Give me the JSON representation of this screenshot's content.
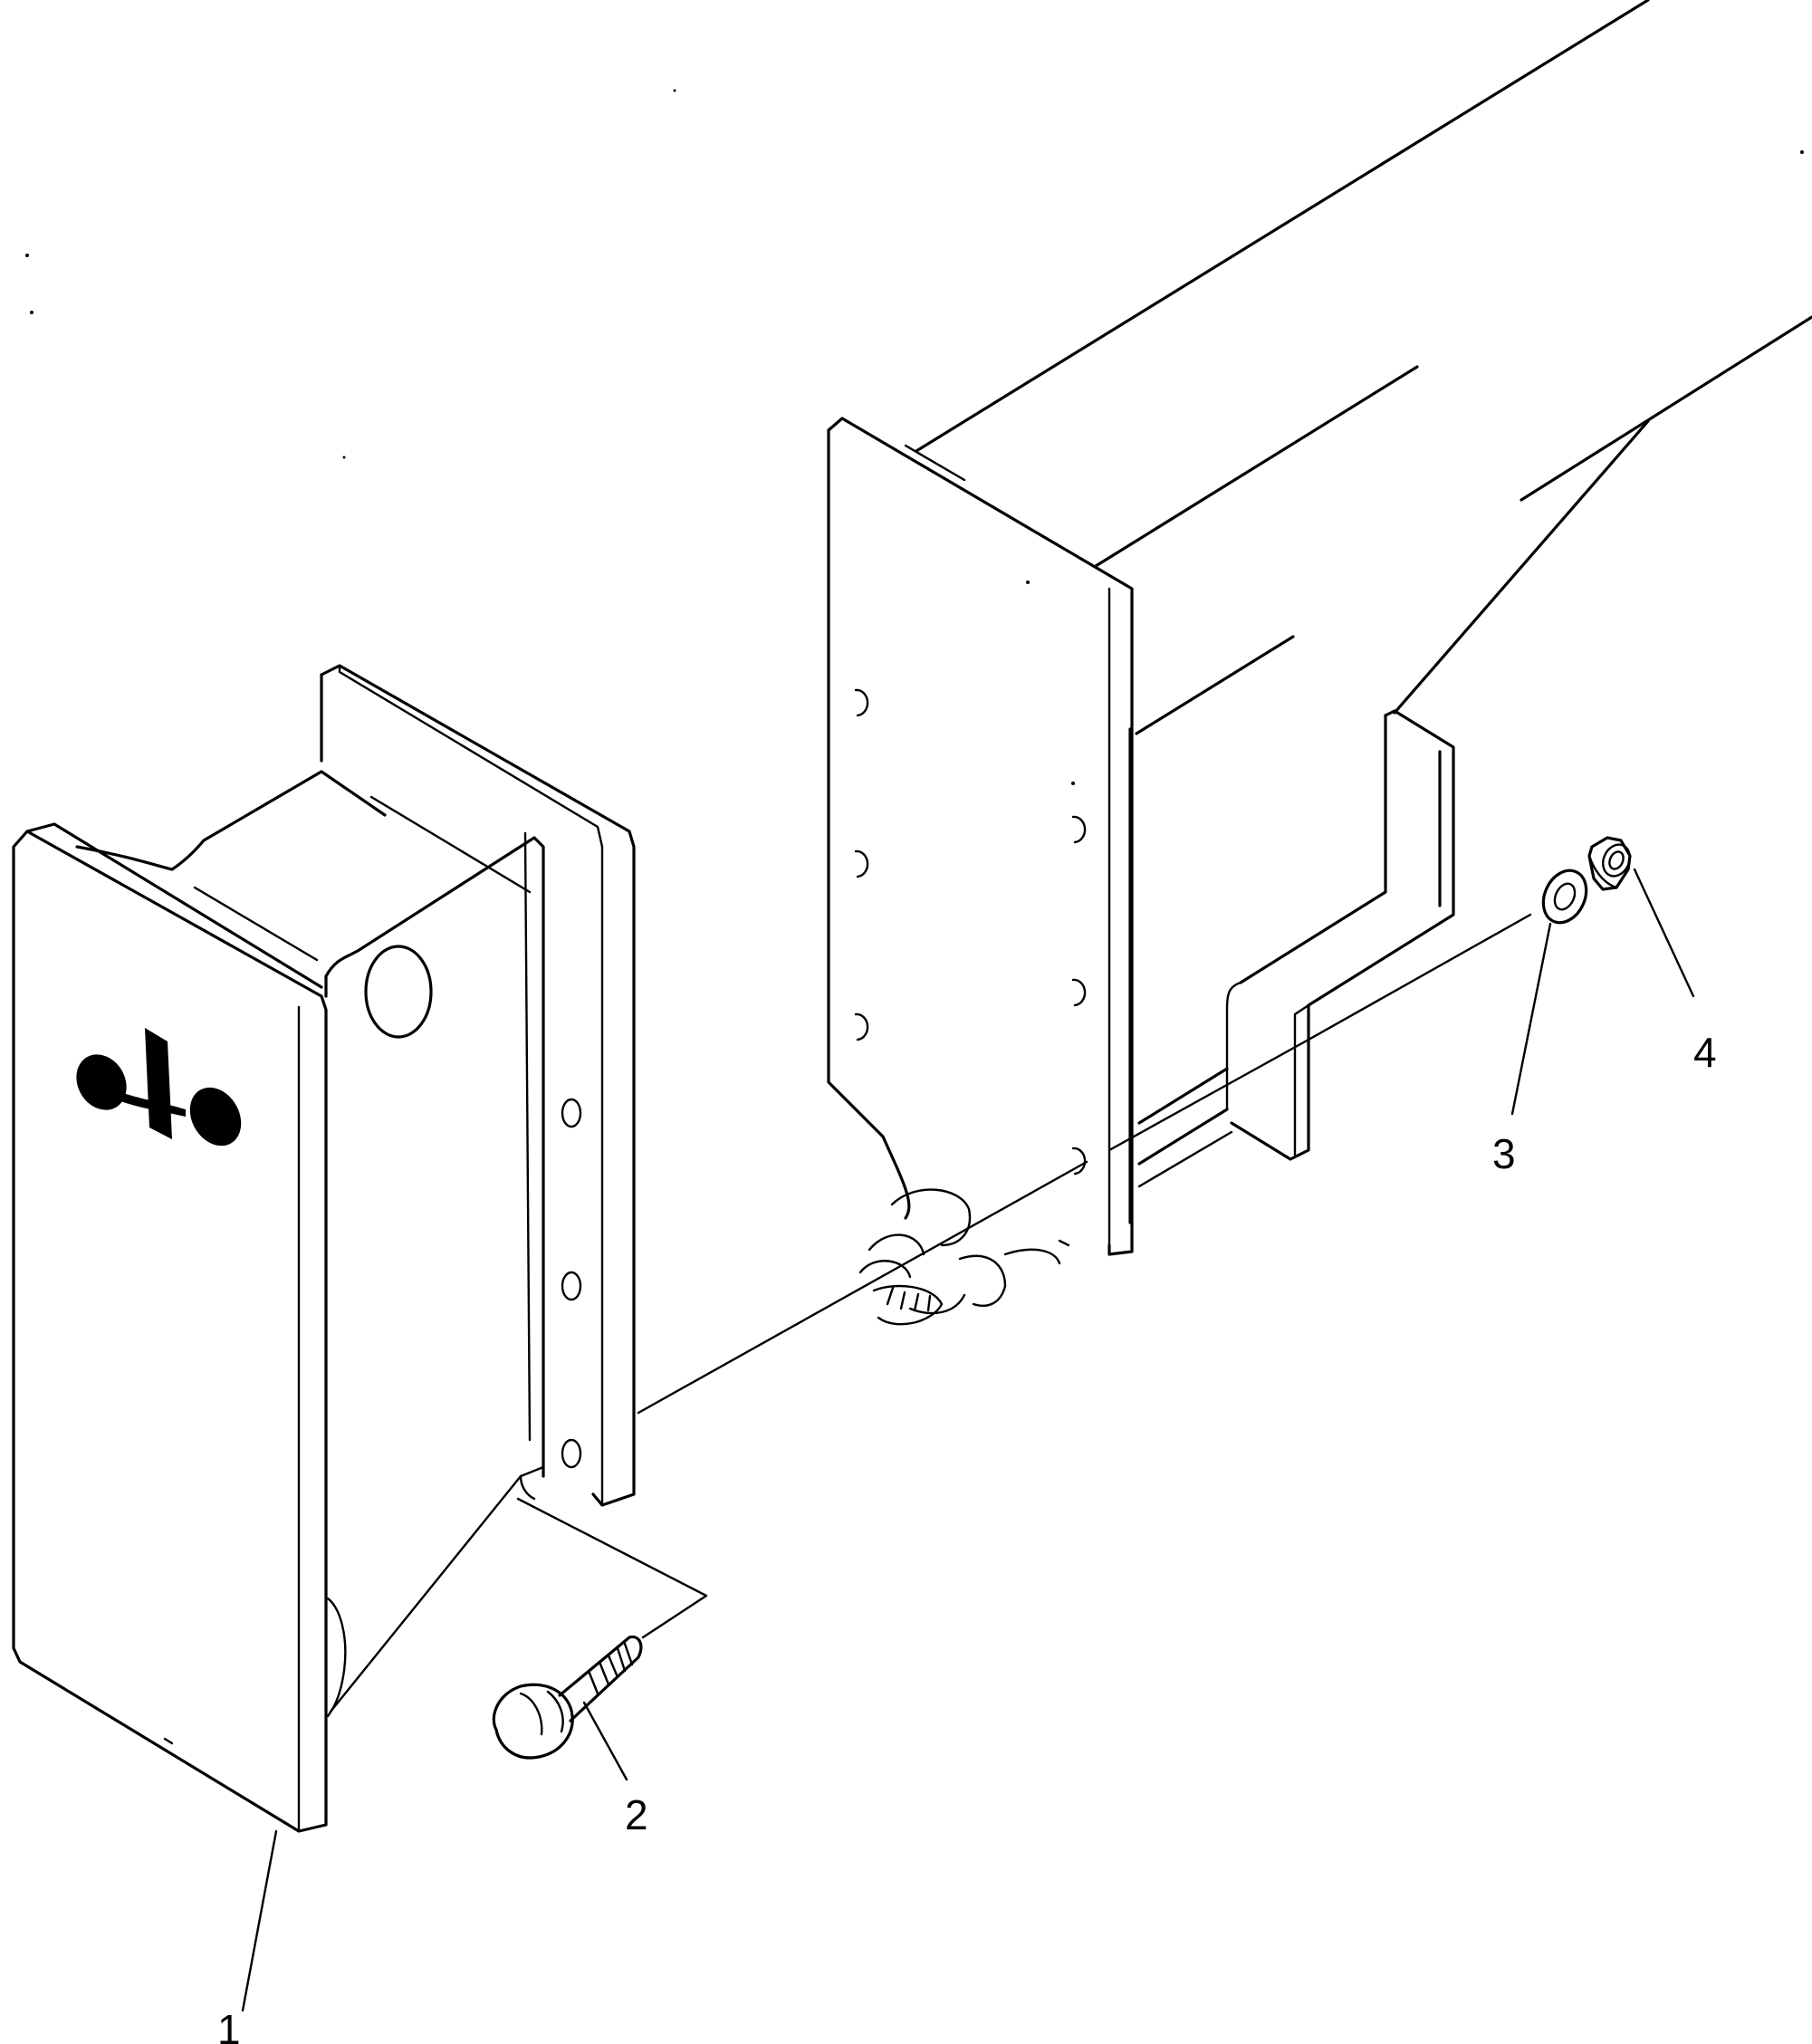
{
  "diagram": {
    "parts": [
      {
        "id": "1",
        "label": "1"
      },
      {
        "id": "2",
        "label": "2"
      },
      {
        "id": "3",
        "label": "3"
      },
      {
        "id": "4",
        "label": "4"
      }
    ],
    "colors": {
      "line": "#000000",
      "background": "#ffffff"
    }
  }
}
